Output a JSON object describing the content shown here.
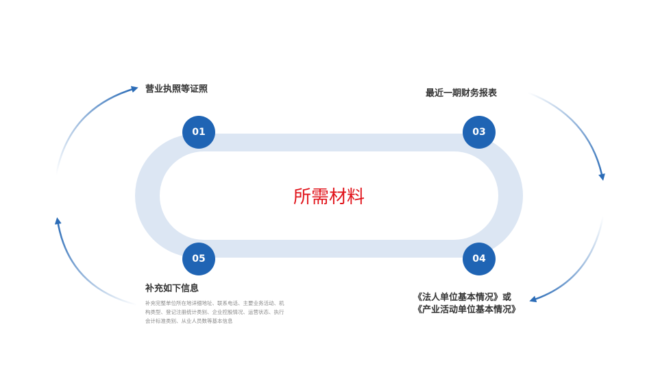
{
  "center_title": "所需材料",
  "items": [
    {
      "number": "01",
      "label": "营业执照等证照"
    },
    {
      "number": "03",
      "label": "最近一期财务报表"
    },
    {
      "number": "04",
      "label_lines": [
        "《法人单位基本情况》或",
        "《产业活动单位基本情况》"
      ]
    },
    {
      "number": "05",
      "label": "补充如下信息",
      "description_lines": [
        "补充完整单位所在地详细地址、联系电话、主要业务活动、机",
        "构类型、登记注册统计类别、企业控股情况、运营状态、执行",
        "会计标准类别、从业人员数等基本信息"
      ]
    }
  ],
  "colors": {
    "accent": "#1f64b4",
    "track": "#dce6f3",
    "title": "#e1141b"
  }
}
